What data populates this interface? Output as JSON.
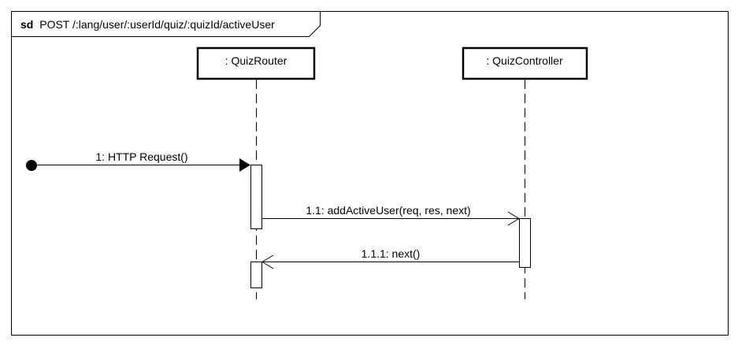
{
  "frame": {
    "keyword": "sd",
    "title": "POST /:lang/user/:userId/quiz/:quizId/activeUser"
  },
  "lifelines": [
    {
      "label": ": QuizRouter"
    },
    {
      "label": ": QuizController"
    }
  ],
  "messages": [
    {
      "label": "1: HTTP Request()"
    },
    {
      "label": "1.1: addActiveUser(req, res, next)"
    },
    {
      "label": "1.1.1: next()"
    }
  ],
  "colors": {
    "stroke": "#000000",
    "background": "#ffffff"
  }
}
